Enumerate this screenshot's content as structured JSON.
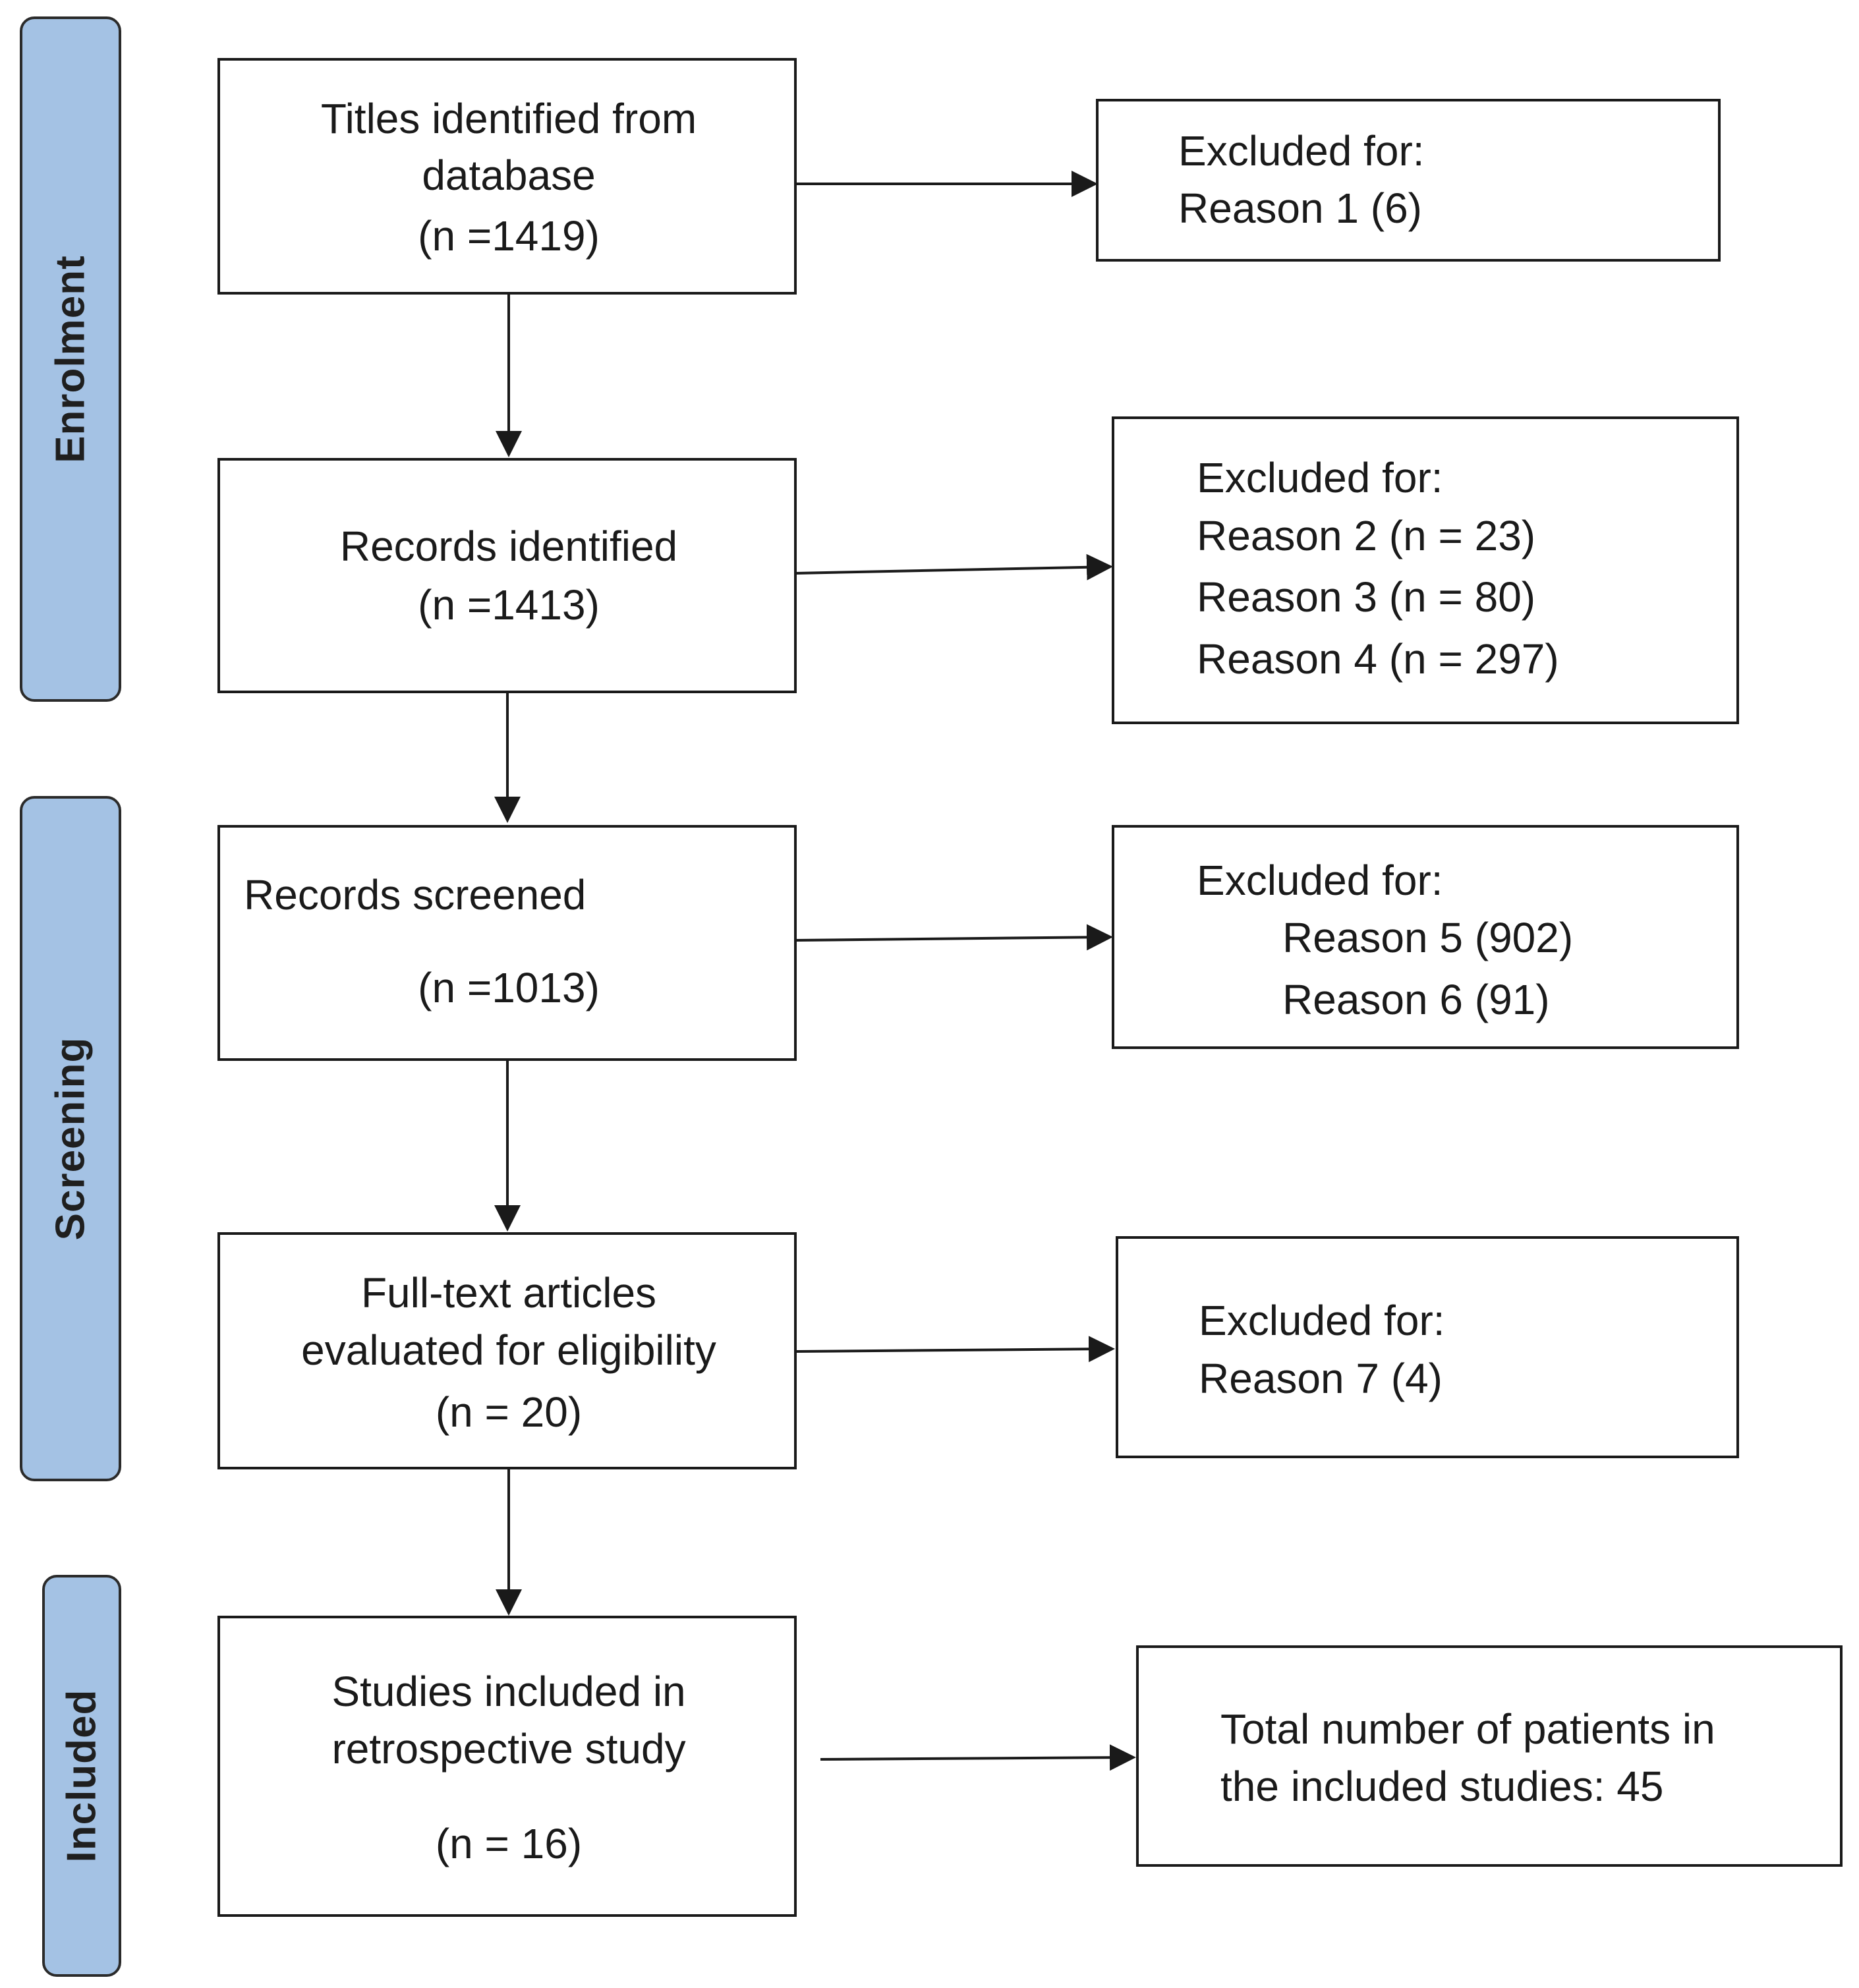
{
  "phases": {
    "enrolment": "Enrolment",
    "screening": "Screening",
    "included": "Included"
  },
  "main_boxes": {
    "titles": {
      "line1": "Titles identified from",
      "line2": "database",
      "line3": "(n =1419)"
    },
    "records_identified": {
      "line1": "Records identified",
      "line2": "(n =1413)"
    },
    "records_screened": {
      "line1": "Records screened",
      "line2": "(n =1013)"
    },
    "full_text": {
      "line1": "Full-text articles",
      "line2": "evaluated for eligibility",
      "line3": "(n = 20)"
    },
    "studies_included": {
      "line1": "Studies included in",
      "line2": "retrospective study",
      "line3": "(n = 16)"
    }
  },
  "side_boxes": {
    "excluded_1": {
      "heading": "Excluded for:",
      "line1": "Reason 1 (6)"
    },
    "excluded_2": {
      "heading": "Excluded for:",
      "line1": "Reason 2 (n = 23)",
      "line2": "Reason 3 (n =  80)",
      "line3": "Reason 4 (n = 297)"
    },
    "excluded_3": {
      "heading": "Excluded for:",
      "line1": "Reason 5 (902)",
      "line2": "Reason 6 (91)"
    },
    "excluded_4": {
      "heading": "Excluded for:",
      "line1": "Reason 7 (4)"
    },
    "patients": {
      "line1": "Total number of patients in",
      "line2": "the included studies: 45"
    }
  }
}
